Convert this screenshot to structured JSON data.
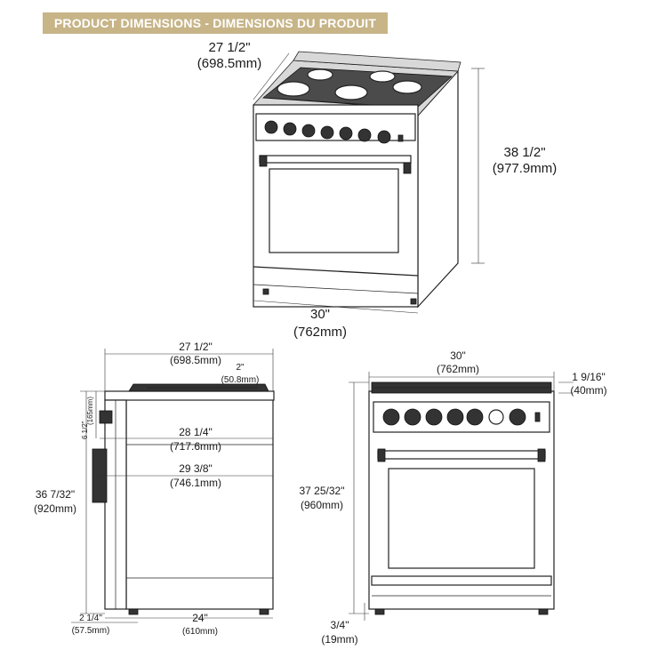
{
  "banner": {
    "title": "PRODUCT DIMENSIONS - DIMENSIONS DU PRODUIT",
    "bg": "#c7b487",
    "fg": "#ffffff"
  },
  "iso": {
    "depth_in": "27 1/2\"",
    "depth_mm": "(698.5mm)",
    "height_in": "38 1/2\"",
    "height_mm": "(977.9mm)",
    "width_in": "30\"",
    "width_mm": "(762mm)"
  },
  "side": {
    "overall_depth_in": "27 1/2\"",
    "overall_depth_mm": "(698.5mm)",
    "backguard_in": "2\"",
    "backguard_mm": "(50.8mm)",
    "panel_height_in": "6 1/2\"",
    "panel_height_mm": "(165mm)",
    "body_depth_in": "28 1/4\"",
    "body_depth_mm": "(717.6mm)",
    "handle_depth_in": "29 3/8\"",
    "handle_depth_mm": "(746.1mm)",
    "cooktop_height_in": "36 7/32\"",
    "cooktop_height_mm": "(920mm)",
    "foot_offset_in": "2 1/4\"",
    "foot_offset_mm": "(57.5mm)",
    "base_depth_in": "24\"",
    "base_depth_mm": "(610mm)"
  },
  "front": {
    "width_in": "30\"",
    "width_mm": "(762mm)",
    "backguard_in": "1 9/16\"",
    "backguard_mm": "(40mm)",
    "height_in": "37 25/32\"",
    "height_mm": "(960mm)",
    "legs_in": "3/4\"",
    "legs_mm": "(19mm)"
  }
}
